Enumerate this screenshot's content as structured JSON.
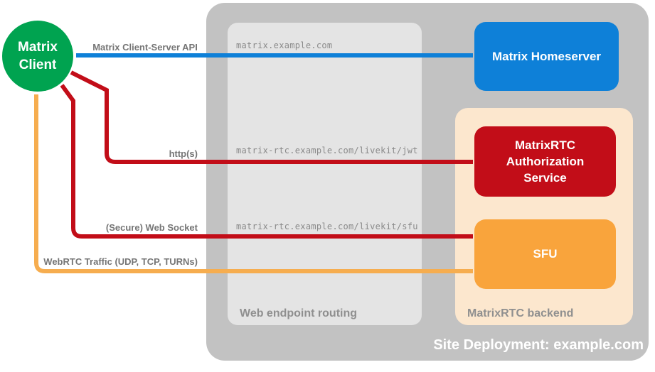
{
  "diagram_title": "Site Deployment: example.com",
  "nodes": {
    "client": {
      "label": "Matrix\nClient"
    },
    "homeserver": {
      "label": "Matrix Homeserver"
    },
    "auth_service": {
      "label": "MatrixRTC Authorization Service"
    },
    "sfu": {
      "label": "SFU"
    }
  },
  "containers": {
    "site_deployment": {
      "label": "Site Deployment: example.com"
    },
    "web_endpoint_routing": {
      "label": "Web endpoint routing"
    },
    "matrixrtc_backend": {
      "label": "MatrixRTC backend"
    }
  },
  "connections": [
    {
      "label": "Matrix Client-Server API",
      "endpoint": "matrix.example.com",
      "from": "Matrix Client",
      "to": "Matrix Homeserver",
      "color": "#0E80D8",
      "bidirectional": true
    },
    {
      "label": "http(s)",
      "endpoint": "matrix-rtc.example.com/livekit/jwt",
      "from": "Matrix Client",
      "to": "MatrixRTC Authorization Service",
      "color": "#C20D18",
      "bidirectional": true
    },
    {
      "label": "(Secure) Web Socket",
      "endpoint": "matrix-rtc.example.com/livekit/sfu",
      "from": "Matrix Client",
      "to": "SFU",
      "color": "#C20D18",
      "bidirectional": true
    },
    {
      "label": "WebRTC Traffic (UDP, TCP, TURNs)",
      "endpoint": "",
      "from": "Matrix Client",
      "to": "SFU",
      "color": "#F6AD4F",
      "bidirectional": true
    }
  ],
  "colors": {
    "green": "#00A350",
    "blue": "#0E80D8",
    "red": "#C20D18",
    "orange": "#F9A43C",
    "orange-arrow": "#F6AD4F",
    "peach": "#FCE7CE",
    "gray-container": "#C2C2C2",
    "gray-panel": "#E4E4E4",
    "caption-gray": "#8F8F8F",
    "label-gray": "#757575",
    "url-gray": "#8A8A8A",
    "node-text": "#FFFFFF"
  }
}
